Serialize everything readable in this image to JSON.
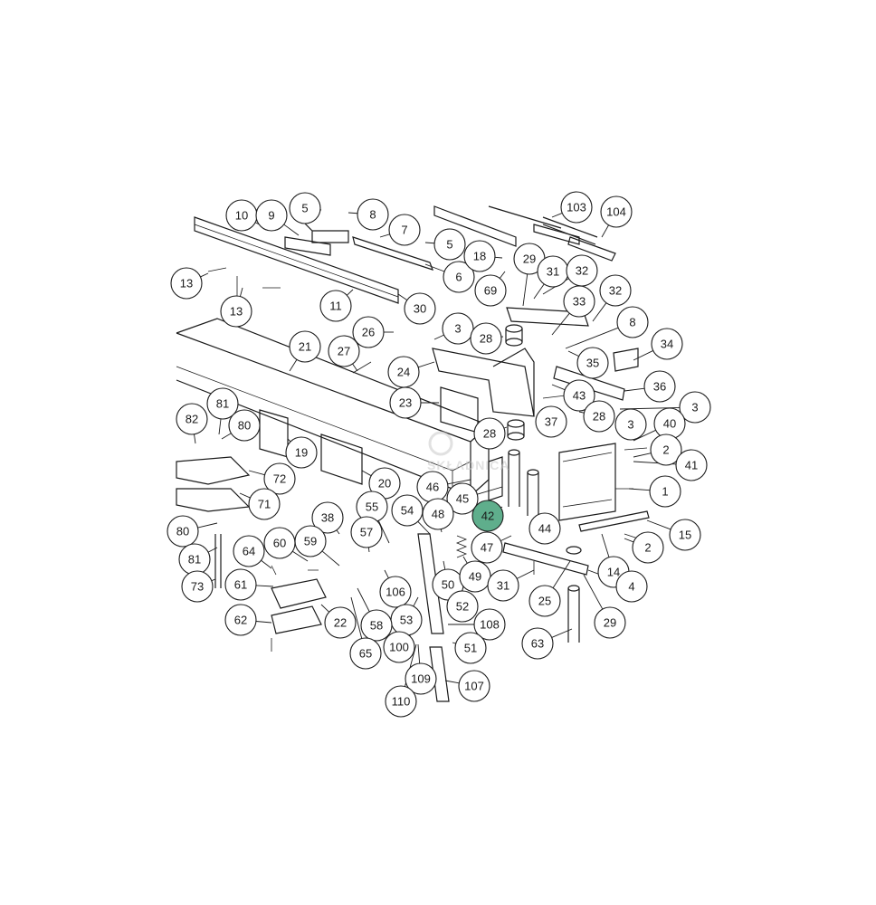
{
  "diagram": {
    "watermark": "SKŁADNICA",
    "highlight_color": "#5fae8c",
    "highlighted_part": "42",
    "callouts": [
      {
        "label": "5"
      },
      {
        "label": "8"
      },
      {
        "label": "10"
      },
      {
        "label": "9"
      },
      {
        "label": "7"
      },
      {
        "label": "5"
      },
      {
        "label": "6"
      },
      {
        "label": "103"
      },
      {
        "label": "104"
      },
      {
        "label": "18"
      },
      {
        "label": "29"
      },
      {
        "label": "31"
      },
      {
        "label": "32"
      },
      {
        "label": "69"
      },
      {
        "label": "13"
      },
      {
        "label": "11"
      },
      {
        "label": "30"
      },
      {
        "label": "13"
      },
      {
        "label": "33"
      },
      {
        "label": "32"
      },
      {
        "label": "26"
      },
      {
        "label": "3"
      },
      {
        "label": "28"
      },
      {
        "label": "8"
      },
      {
        "label": "21"
      },
      {
        "label": "27"
      },
      {
        "label": "24"
      },
      {
        "label": "35"
      },
      {
        "label": "34"
      },
      {
        "label": "36"
      },
      {
        "label": "81"
      },
      {
        "label": "82"
      },
      {
        "label": "80"
      },
      {
        "label": "23"
      },
      {
        "label": "43"
      },
      {
        "label": "3"
      },
      {
        "label": "37"
      },
      {
        "label": "28"
      },
      {
        "label": "28"
      },
      {
        "label": "3"
      },
      {
        "label": "40"
      },
      {
        "label": "19"
      },
      {
        "label": "2"
      },
      {
        "label": "41"
      },
      {
        "label": "72"
      },
      {
        "label": "20"
      },
      {
        "label": "46"
      },
      {
        "label": "71"
      },
      {
        "label": "45"
      },
      {
        "label": "1"
      },
      {
        "label": "42"
      },
      {
        "label": "55"
      },
      {
        "label": "54"
      },
      {
        "label": "48"
      },
      {
        "label": "38"
      },
      {
        "label": "44"
      },
      {
        "label": "15"
      },
      {
        "label": "80"
      },
      {
        "label": "57"
      },
      {
        "label": "81"
      },
      {
        "label": "47"
      },
      {
        "label": "2"
      },
      {
        "label": "64"
      },
      {
        "label": "60"
      },
      {
        "label": "59"
      },
      {
        "label": "50"
      },
      {
        "label": "49"
      },
      {
        "label": "14"
      },
      {
        "label": "73"
      },
      {
        "label": "61"
      },
      {
        "label": "31"
      },
      {
        "label": "4"
      },
      {
        "label": "106"
      },
      {
        "label": "52"
      },
      {
        "label": "25"
      },
      {
        "label": "62"
      },
      {
        "label": "22"
      },
      {
        "label": "53"
      },
      {
        "label": "58"
      },
      {
        "label": "108"
      },
      {
        "label": "29"
      },
      {
        "label": "65"
      },
      {
        "label": "100"
      },
      {
        "label": "51"
      },
      {
        "label": "63"
      },
      {
        "label": "109"
      },
      {
        "label": "107"
      },
      {
        "label": "110"
      }
    ]
  }
}
